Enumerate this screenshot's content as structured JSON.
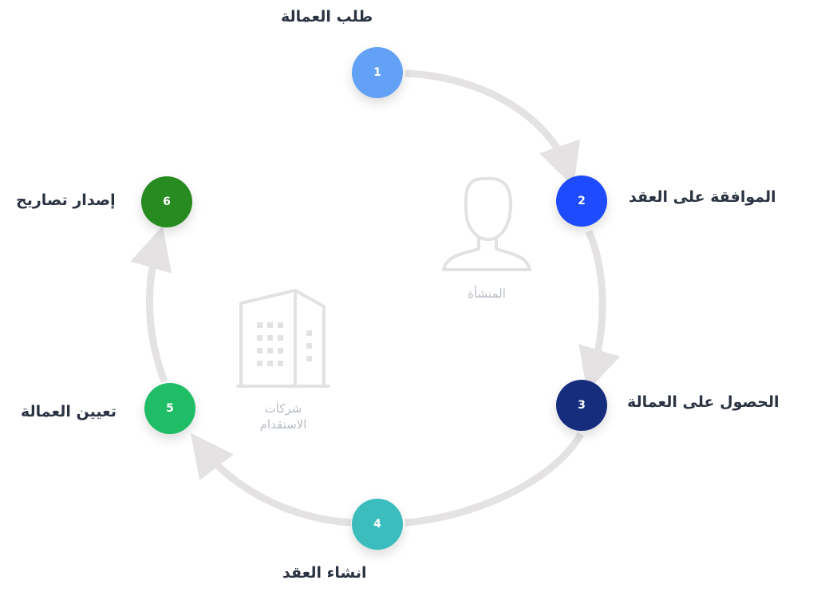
{
  "colors": {
    "ring": "#e4e2e3",
    "arrow": "#e4e2e3",
    "icon_stroke": "#e2e2e2",
    "center_text": "#b6bcc5",
    "label_text": "#2b3343"
  },
  "steps": [
    {
      "number": "1",
      "label": "طلب العمالة",
      "color": "#62a1f5"
    },
    {
      "number": "2",
      "label": "الموافقة على العقد",
      "color": "#1f4bff"
    },
    {
      "number": "3",
      "label": "الحصول على العمالة",
      "color": "#162d7e"
    },
    {
      "number": "4",
      "label": "انشاء العقد",
      "color": "#3bbdbd"
    },
    {
      "number": "5",
      "label": "تعيين العمالة",
      "color": "#1fbd66"
    },
    {
      "number": "6",
      "label": "إصدار تصاريح",
      "color": "#288b21"
    }
  ],
  "center": {
    "facility": {
      "label": "المنشأة",
      "icon": "person-silhouette-icon"
    },
    "recruitment": {
      "label_line1": "شركات",
      "label_line2": "الاستقدام",
      "icon": "office-building-icon"
    }
  }
}
